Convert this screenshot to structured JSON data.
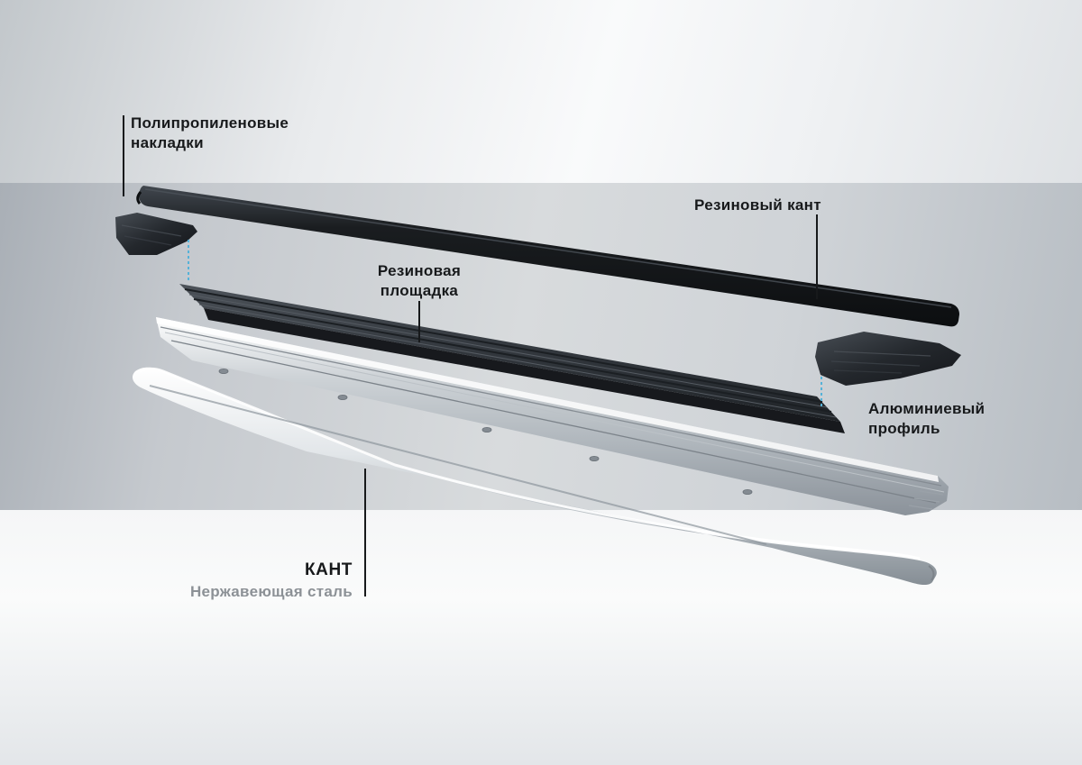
{
  "diagram": {
    "kind": "exploded-view product diagram",
    "subject": "vehicle running board (side step) components"
  },
  "labels": {
    "pads_line1": "Полипропиленовые",
    "pads_line2": "накладки",
    "rubber_edge": "Резиновый кант",
    "platform_line1": "Резиновая",
    "platform_line2": "площадка",
    "aluminum_line1": "Алюминиевый",
    "aluminum_line2": "профиль",
    "kant_title": "КАНТ",
    "kant_subtitle": "Нержавеющая сталь"
  },
  "parts": [
    {
      "name": "rubber-edging-strip",
      "label": "Резиновый кант"
    },
    {
      "name": "left-end-cap",
      "label": "Полипропиленовые накладки"
    },
    {
      "name": "right-end-cap",
      "label": "Полипропиленовые накладки"
    },
    {
      "name": "rubber-platform",
      "label": "Резиновая площадка"
    },
    {
      "name": "aluminum-profile",
      "label": "Алюминиевый профиль"
    },
    {
      "name": "stainless-steel-kant",
      "label": "КАНТ — Нержавеющая сталь"
    }
  ],
  "colors": {
    "label_text": "#17191b",
    "subtitle_text": "#8c9196",
    "leader_line": "#17191b",
    "dashed_line": "#55b2d8",
    "rubber_dark": "#17191c",
    "metal_light": "#f2f4f6"
  }
}
